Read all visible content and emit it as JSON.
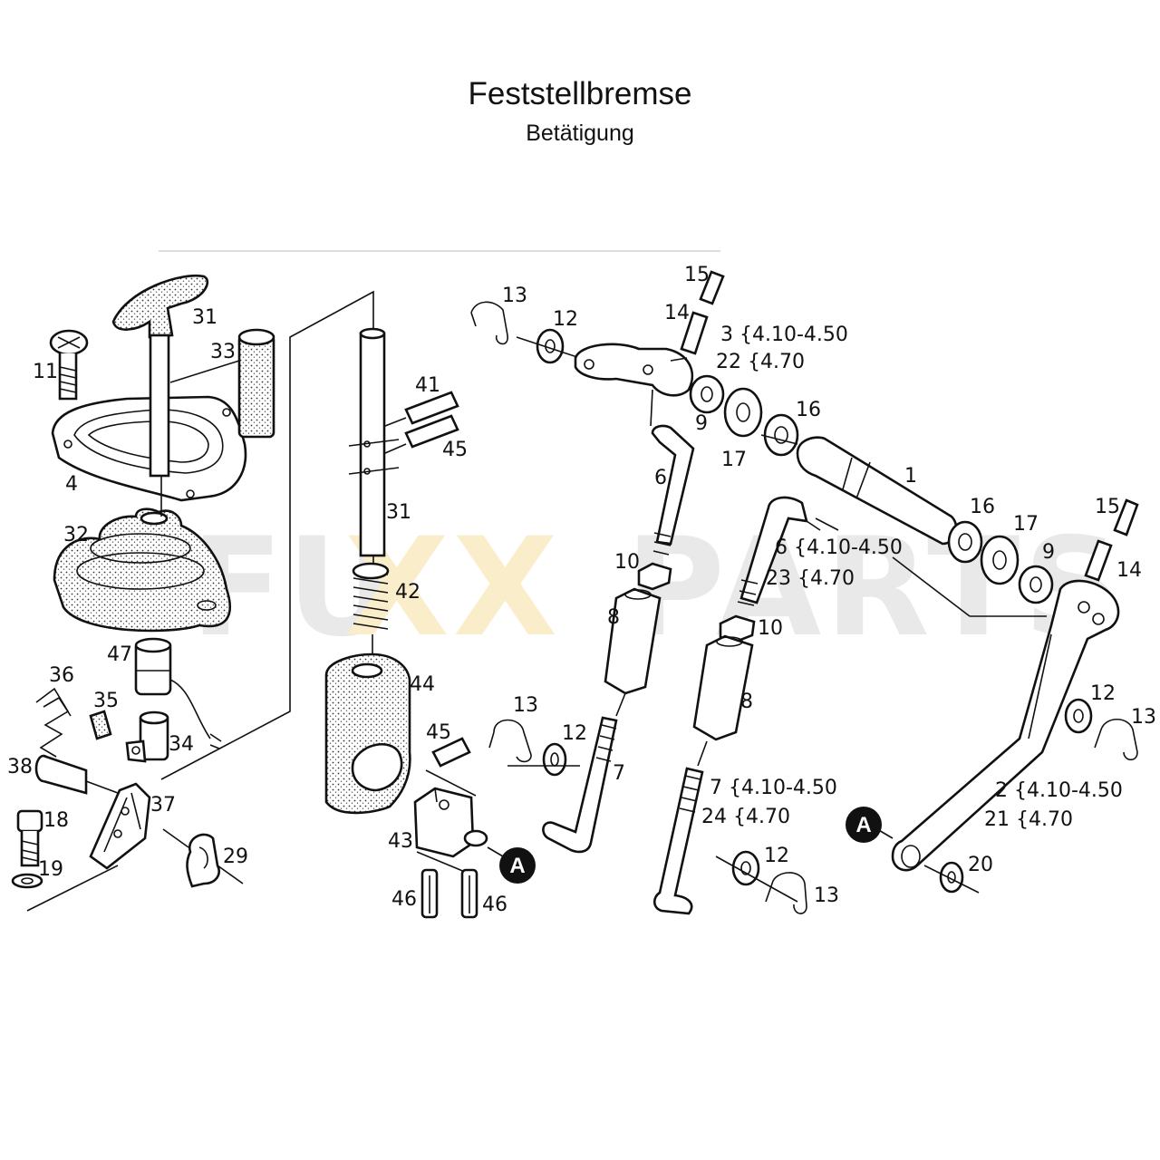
{
  "header": {
    "title": "Feststellbremse",
    "subtitle": "Betätigung"
  },
  "watermark": {
    "left": "FU",
    "xx": "XX",
    "right": "PARTS"
  },
  "callout_marker": "A",
  "labels": {
    "p11": "11",
    "p4": "4",
    "p31a": "31",
    "p33": "33",
    "p32": "32",
    "p47": "47",
    "p36": "36",
    "p35": "35",
    "p34": "34",
    "p38": "38",
    "p37": "37",
    "p18": "18",
    "p19": "19",
    "p29": "29",
    "p41": "41",
    "p45a": "45",
    "p31b": "31",
    "p42": "42",
    "p44": "44",
    "p45b": "45",
    "p13a": "13",
    "p12a": "12",
    "p43": "43",
    "p46a": "46",
    "p46b": "46",
    "p13b": "13",
    "p12b": "12",
    "p15a": "15",
    "p14a": "14",
    "p3": "3 {4.10-4.50",
    "p22": "22 {4.70",
    "p9a": "9",
    "p17a": "17",
    "p16a": "16",
    "p6a": "6",
    "p10a": "10",
    "p8a": "8",
    "p7a": "7",
    "p1": "1",
    "p16b": "16",
    "p17b": "17",
    "p9b": "9",
    "p6b": "6 {4.10-4.50",
    "p23": "23 {4.70",
    "p10b": "10",
    "p8b": "8",
    "p7b": "7 {4.10-4.50",
    "p24": "24 {4.70",
    "p12c": "12",
    "p13c": "13",
    "p15b": "15",
    "p14b": "14",
    "p12d": "12",
    "p13d": "13",
    "p2": "2 {4.10-4.50",
    "p21": "21 {4.70",
    "p20": "20"
  },
  "colors": {
    "line": "#111111",
    "watermark_grey": "#d8d8d8",
    "watermark_yellow": "#f5dfa0"
  }
}
